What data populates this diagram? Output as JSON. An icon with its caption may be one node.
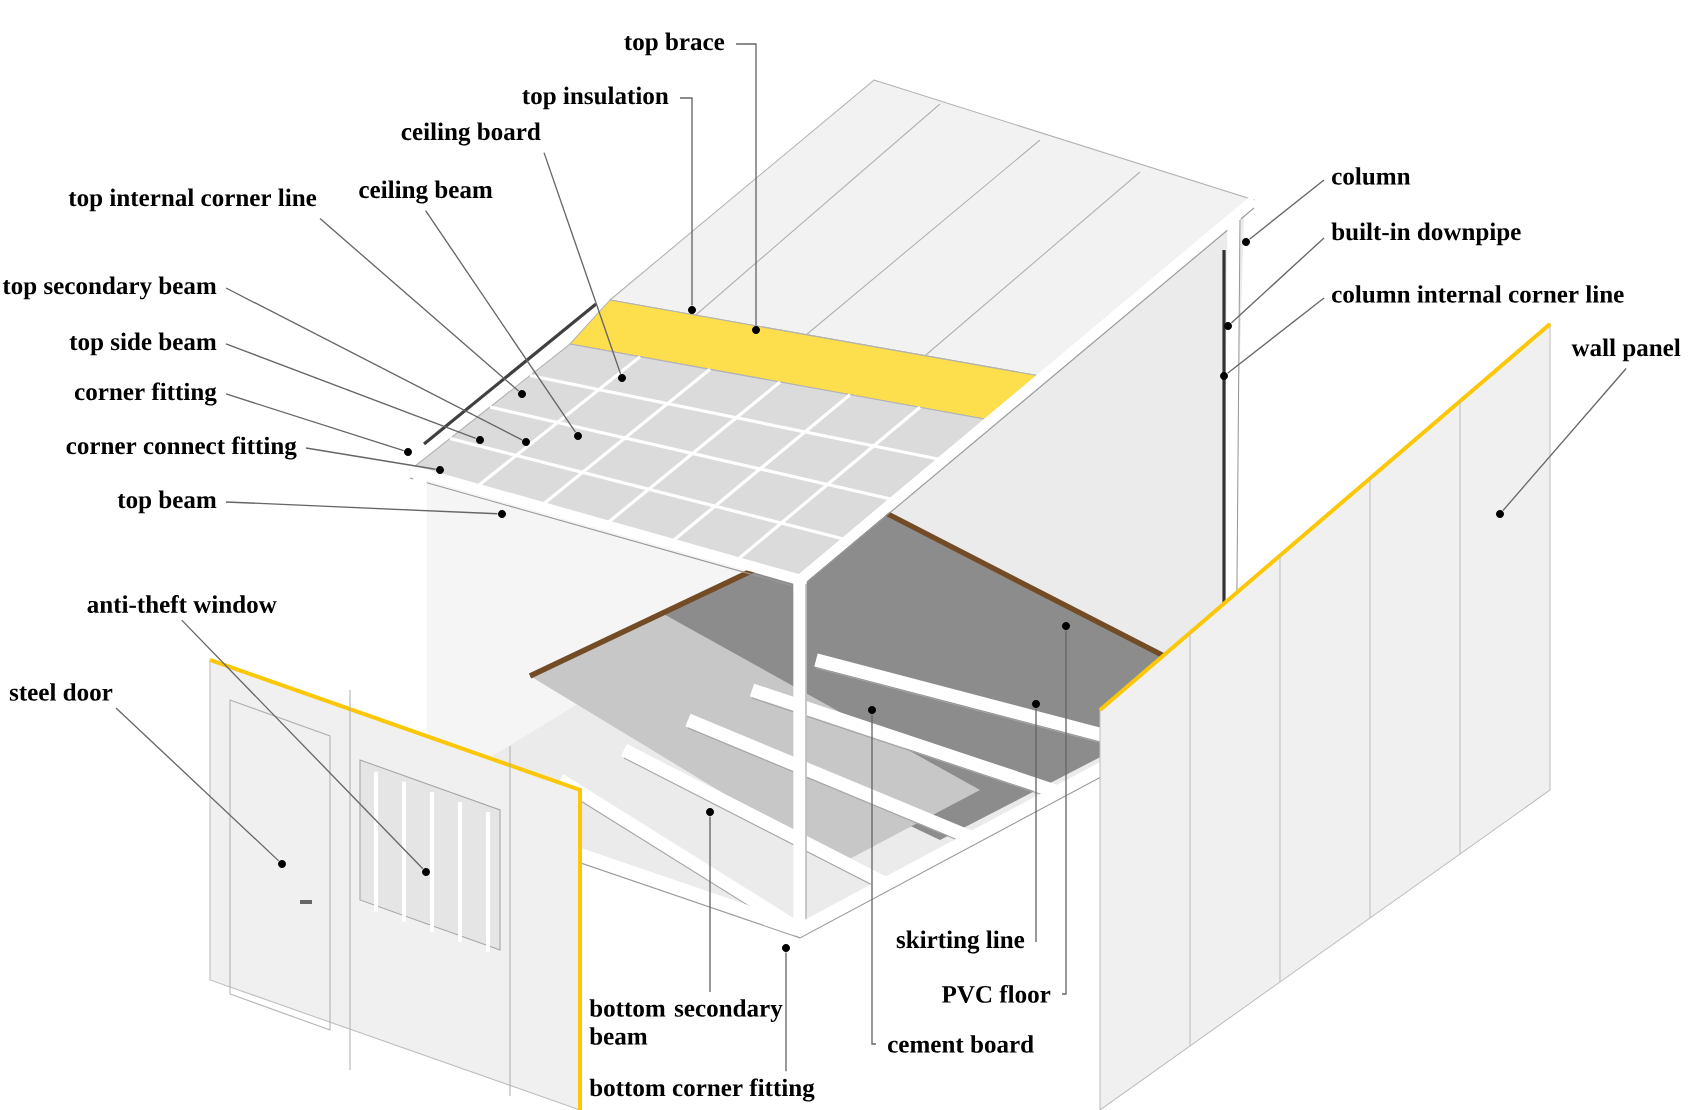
{
  "diagram": {
    "nodes": [
      {
        "text": [
          "top brace"
        ]
      },
      {
        "text": [
          "top insulation"
        ]
      },
      {
        "text": [
          "ceiling board"
        ]
      },
      {
        "text": [
          "top internal corner line"
        ]
      },
      {
        "text": [
          "ceiling beam"
        ]
      },
      {
        "text": [
          "top secondary beam"
        ]
      },
      {
        "text": [
          "top side beam"
        ]
      },
      {
        "text": [
          "corner fitting"
        ]
      },
      {
        "text": [
          "corner connect fitting"
        ]
      },
      {
        "text": [
          "top beam"
        ]
      },
      {
        "text": [
          "column"
        ]
      },
      {
        "text": [
          "built-in downpipe"
        ]
      },
      {
        "text": [
          "column internal corner line"
        ]
      },
      {
        "text": [
          "wall panel"
        ]
      },
      {
        "text": [
          "anti-theft window"
        ]
      },
      {
        "text": [
          "steel door"
        ]
      },
      {
        "text": [
          "bottom secondary beam"
        ]
      },
      {
        "text": [
          "bottom corner fitting"
        ]
      },
      {
        "text": [
          "skirting line"
        ]
      },
      {
        "text": [
          "PVC floor"
        ]
      },
      {
        "text": [
          "cement board"
        ]
      },
      {
        "text": [],
        "shape": "circle"
      },
      {
        "text": [],
        "shape": "circle"
      },
      {
        "text": [],
        "shape": "circle"
      },
      {
        "text": [],
        "shape": "circle"
      },
      {
        "text": [],
        "shape": "circle"
      },
      {
        "text": [],
        "shape": "circle"
      },
      {
        "text": [],
        "shape": "circle"
      },
      {
        "text": [],
        "shape": "circle"
      },
      {
        "text": [],
        "shape": "circle"
      },
      {
        "text": [],
        "shape": "circle"
      },
      {
        "text": [],
        "shape": "circle"
      },
      {
        "text": [],
        "shape": "circle"
      },
      {
        "text": [],
        "shape": "circle"
      },
      {
        "text": [],
        "shape": "circle"
      },
      {
        "text": [],
        "shape": "circle"
      },
      {
        "text": [],
        "shape": "circle"
      },
      {
        "text": [],
        "shape": "circle"
      },
      {
        "text": [],
        "shape": "circle"
      },
      {
        "text": [],
        "shape": "circle"
      },
      {
        "text": [],
        "shape": "circle"
      },
      {
        "text": [],
        "shape": "circle"
      }
    ],
    "edges": [
      {
        "from": 0,
        "to": 21,
        "arrow": "none"
      },
      {
        "from": 1,
        "to": 22,
        "arrow": "none"
      },
      {
        "from": 2,
        "to": 23,
        "arrow": "none"
      },
      {
        "from": 3,
        "to": 24,
        "arrow": "none"
      },
      {
        "from": 4,
        "to": 25,
        "arrow": "none"
      },
      {
        "from": 5,
        "to": 26,
        "arrow": "none"
      },
      {
        "from": 6,
        "to": 27,
        "arrow": "none"
      },
      {
        "from": 7,
        "to": 28,
        "arrow": "none"
      },
      {
        "from": 8,
        "to": 29,
        "arrow": "none"
      },
      {
        "from": 9,
        "to": 30,
        "arrow": "none"
      },
      {
        "from": 10,
        "to": 31,
        "arrow": "none"
      },
      {
        "from": 11,
        "to": 32,
        "arrow": "none"
      },
      {
        "from": 12,
        "to": 33,
        "arrow": "none"
      },
      {
        "from": 13,
        "to": 34,
        "arrow": "none"
      },
      {
        "from": 14,
        "to": 35,
        "arrow": "none"
      },
      {
        "from": 15,
        "to": 36,
        "arrow": "none"
      },
      {
        "from": 16,
        "to": 37,
        "arrow": "none"
      },
      {
        "from": 17,
        "to": 38,
        "arrow": "none"
      },
      {
        "from": 18,
        "to": 39,
        "arrow": "none"
      },
      {
        "from": 19,
        "to": 40,
        "arrow": "none"
      },
      {
        "from": 20,
        "to": 41,
        "arrow": "none"
      }
    ]
  }
}
